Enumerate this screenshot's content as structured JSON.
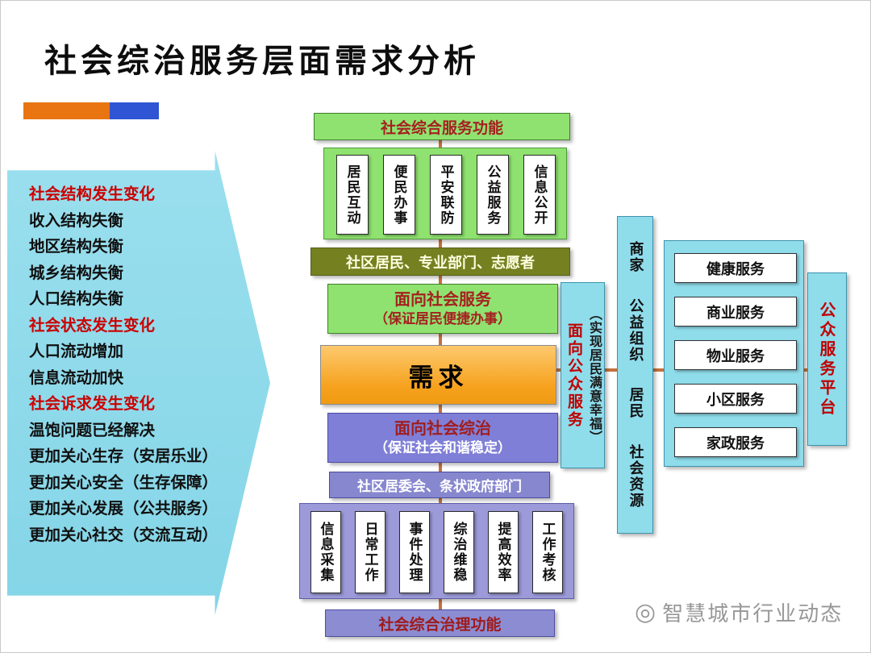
{
  "page": {
    "title": "社会综治服务层面需求分析",
    "watermark": "智慧城市行业动态",
    "watermark_icon": "◎"
  },
  "left_arrow": {
    "items": [
      "社会结构发生变化",
      "收入结构失衡",
      "地区结构失衡",
      "城乡结构失衡",
      "人口结构失衡",
      "社会状态发生变化",
      "人口流动增加",
      "信息流动加快",
      "社会诉求发生变化",
      "温饱问题已经解决",
      "更加关心生存（安居乐业）",
      "更加关心安全（生存保障）",
      "更加关心发展（公共服务）",
      "更加关心社交（交流互动）"
    ]
  },
  "center": {
    "top_function": "社会综合服务功能",
    "service_columns": [
      "居民互动",
      "便民办事",
      "平安联防",
      "公益服务",
      "信息公开"
    ],
    "service_providers": "社区居民、专业部门、志愿者",
    "social_service_title": "面向社会服务",
    "social_service_subtitle": "（保证居民便捷办事）",
    "demand_label": "需求",
    "governance_title": "面向社会综治",
    "governance_subtitle": "（保证社会和谐稳定）",
    "governance_providers": "社区居委会、条状政府部门",
    "governance_columns": [
      "信息采集",
      "日常工作",
      "事件处理",
      "综治维稳",
      "提高效率",
      "工作考核"
    ],
    "bottom_function": "社会综合治理功能"
  },
  "right": {
    "public_service_title": "面向公众服务",
    "public_service_subtitle": "（实现居民满意幸福）",
    "resources": [
      "商家",
      "公益组织",
      "居民",
      "社会资源"
    ],
    "services": [
      "健康服务",
      "商业服务",
      "物业服务",
      "小区服务",
      "家政服务"
    ],
    "platform": "公众服务平台"
  },
  "colors": {
    "green": "#8FE26F",
    "olive": "#758021",
    "purple": "#8A8AD2",
    "cyan": "#8FDCEB",
    "orange": "#F6A21E",
    "accent_red": "#A52121",
    "bright_red": "#CC0000",
    "connector": "#C4713B",
    "title_bar_orange": "#E87511",
    "title_bar_blue": "#2F55D4"
  }
}
